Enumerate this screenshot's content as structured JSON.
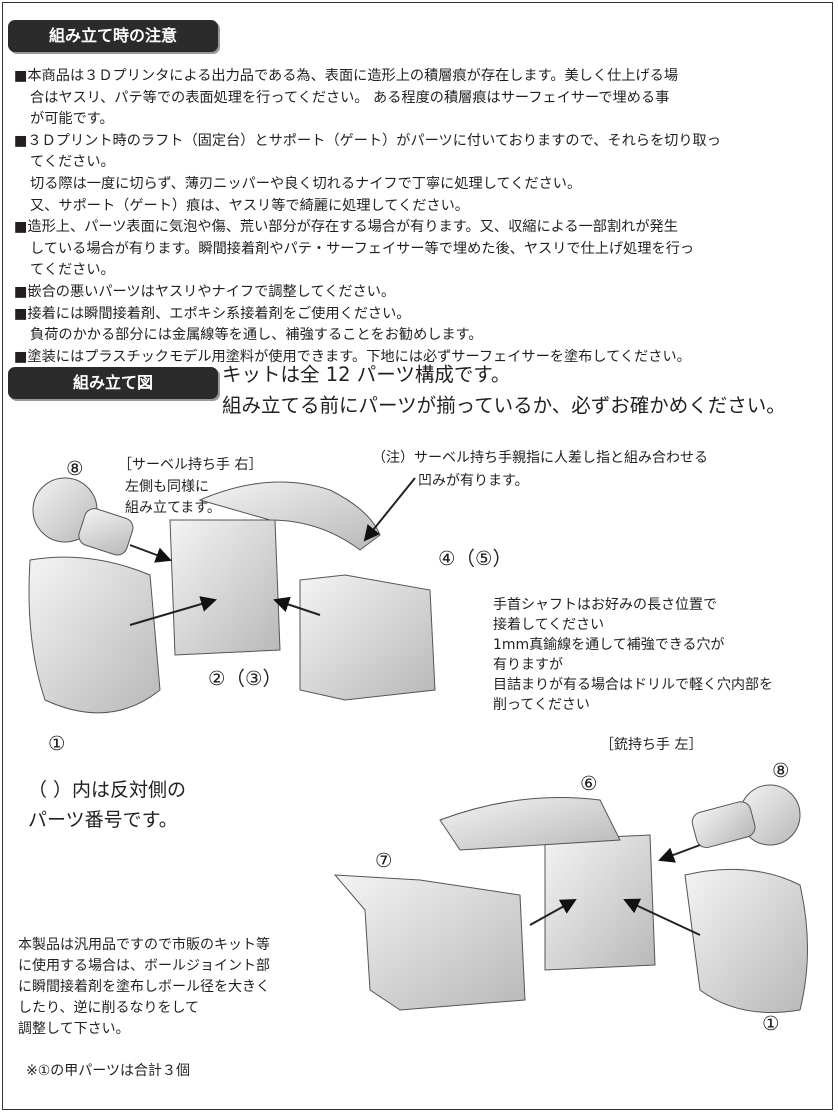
{
  "section1": {
    "title": "組み立て時の注意",
    "lines": [
      "■本商品は３Ｄプリンタによる出力品である為、表面に造形上の積層痕が存在します。美しく仕上げる場",
      "合はヤスリ、パテ等での表面処理を行ってください。 ある程度の積層痕はサーフェイサーで埋める事",
      "が可能です。",
      "■３Ｄプリント時のラフト（固定台）とサポート（ゲート）がパーツに付いておりますので、それらを切り取っ",
      "てください。",
      "切る際は一度に切らず、薄刃ニッパーや良く切れるナイフで丁寧に処理してください。",
      "又、サポート（ゲート）痕は、ヤスリ等で綺麗に処理してください。",
      "■造形上、パーツ表面に気泡や傷、荒い部分が存在する場合が有ります。又、収縮による一部割れが発生",
      "している場合が有ります。瞬間接着剤やパテ・サーフェイサー等で埋めた後、ヤスリで仕上げ処理を行っ",
      "てください。",
      "■嵌合の悪いパーツはヤスリやナイフで調整してください。",
      "■接着には瞬間接着剤、エポキシ系接着剤をご使用ください。",
      "負荷のかかる部分には金属線等を通し、補強することをお勧めします。",
      "■塗装にはプラスチックモデル用塗料が使用できます。下地には必ずサーフェイサーを塗布してください。"
    ]
  },
  "section2": {
    "title": "組み立て図",
    "intro1": "キットは全 12 パーツ構成です。",
    "intro2": "組み立てる前にパーツが揃っているか、必ずお確かめください。"
  },
  "diagram": {
    "saber_title": "［サーベル持ち手 右］",
    "saber_note1": "左側も同様に",
    "saber_note2": "組み立てます。",
    "thumb_note1": "（注）サーベル持ち手親指に人差し指と組み合わせる",
    "thumb_note2": "凹みが有ります。",
    "p8a": "⑧",
    "p45": "④（⑤）",
    "p23": "②（③）",
    "p1a": "①",
    "wrist_notes": [
      "手首シャフトはお好みの長さ位置で",
      "接着してください",
      "1mm真鍮線を通して補強できる穴が",
      "有りますが",
      "目詰まりが有る場合はドリルで軽く穴内部を",
      "削ってください"
    ],
    "gun_title": "［銃持ち手 左］",
    "p8b": "⑧",
    "p6": "⑥",
    "p7": "⑦",
    "p1b": "①",
    "paren1": "（ ）内は反対側の",
    "paren2": "パーツ番号です。",
    "generic_notes": [
      "本製品は汎用品ですので市販のキット等",
      "に使用する場合は、ボールジョイント部",
      "に瞬間接着剤を塗布しボール径を大きく",
      "したり、逆に削るなりをして",
      "調整して下さい。"
    ],
    "footnote": "※①の甲パーツは合計３個"
  }
}
